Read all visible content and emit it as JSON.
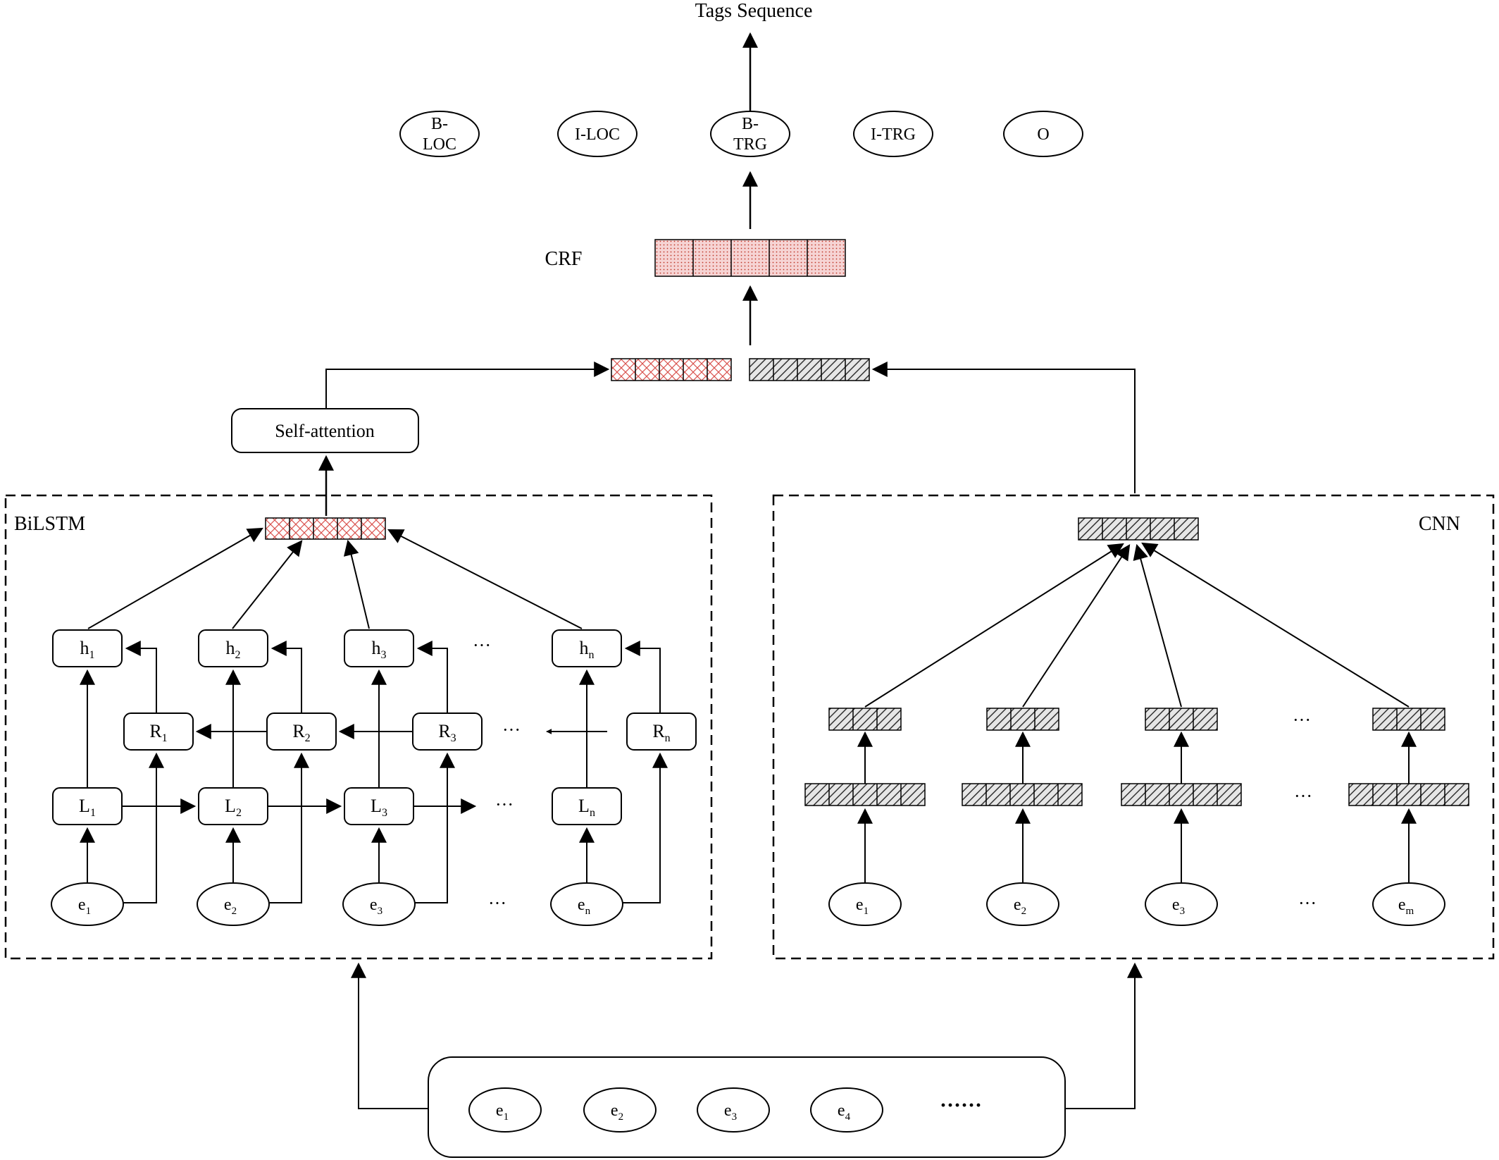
{
  "title": "Tags Sequence",
  "tags": [
    {
      "line1": "B-",
      "line2": "LOC"
    },
    {
      "line1": "I-LOC",
      "line2": ""
    },
    {
      "line1": "B-",
      "line2": "TRG"
    },
    {
      "line1": "I-TRG",
      "line2": ""
    },
    {
      "line1": "O",
      "line2": ""
    }
  ],
  "crf_label": "CRF",
  "self_attention_label": "Self-attention",
  "bilstm": {
    "label": "BiLSTM",
    "hidden": [
      {
        "base": "h",
        "sub": "1"
      },
      {
        "base": "h",
        "sub": "2"
      },
      {
        "base": "h",
        "sub": "3"
      },
      {
        "base": "h",
        "sub": "n"
      }
    ],
    "right": [
      {
        "base": "R",
        "sub": "1"
      },
      {
        "base": "R",
        "sub": "2"
      },
      {
        "base": "R",
        "sub": "3"
      },
      {
        "base": "R",
        "sub": "n"
      }
    ],
    "left": [
      {
        "base": "L",
        "sub": "1"
      },
      {
        "base": "L",
        "sub": "2"
      },
      {
        "base": "L",
        "sub": "3"
      },
      {
        "base": "L",
        "sub": "n"
      }
    ],
    "embeddings": [
      {
        "base": "e",
        "sub": "1"
      },
      {
        "base": "e",
        "sub": "2"
      },
      {
        "base": "e",
        "sub": "3"
      },
      {
        "base": "e",
        "sub": "n"
      }
    ],
    "ellipsis": "···"
  },
  "cnn": {
    "label": "CNN",
    "embeddings": [
      {
        "base": "e",
        "sub": "1"
      },
      {
        "base": "e",
        "sub": "2"
      },
      {
        "base": "e",
        "sub": "3"
      },
      {
        "base": "e",
        "sub": "m"
      }
    ],
    "ellipsis": "···"
  },
  "input": {
    "embeddings": [
      {
        "base": "e",
        "sub": "1"
      },
      {
        "base": "e",
        "sub": "2"
      },
      {
        "base": "e",
        "sub": "3"
      },
      {
        "base": "e",
        "sub": "4"
      }
    ],
    "ellipsis": "······"
  },
  "colors": {
    "stroke": "#000000",
    "red_pattern": "#d9534f",
    "crf_fill": "#f6d4d4",
    "hatch": "#333333"
  }
}
